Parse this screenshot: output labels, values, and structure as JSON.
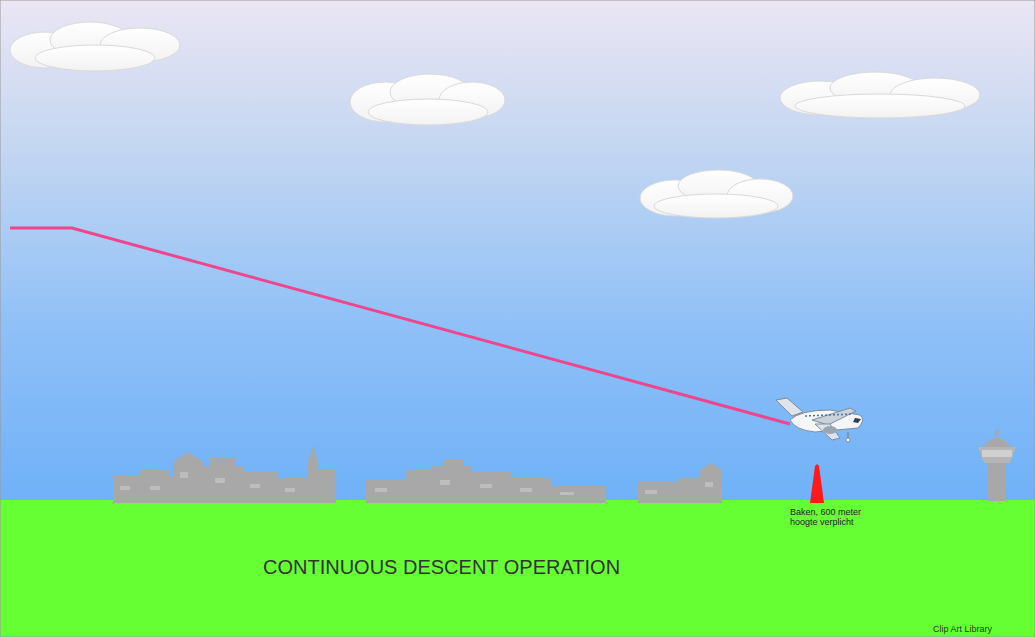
{
  "diagram": {
    "title": "CONTINUOUS DESCENT OPERATION",
    "labels": [
      "Baken, 600 meter hoogte verplicht",
      "Clip Art Library"
    ]
  }
}
